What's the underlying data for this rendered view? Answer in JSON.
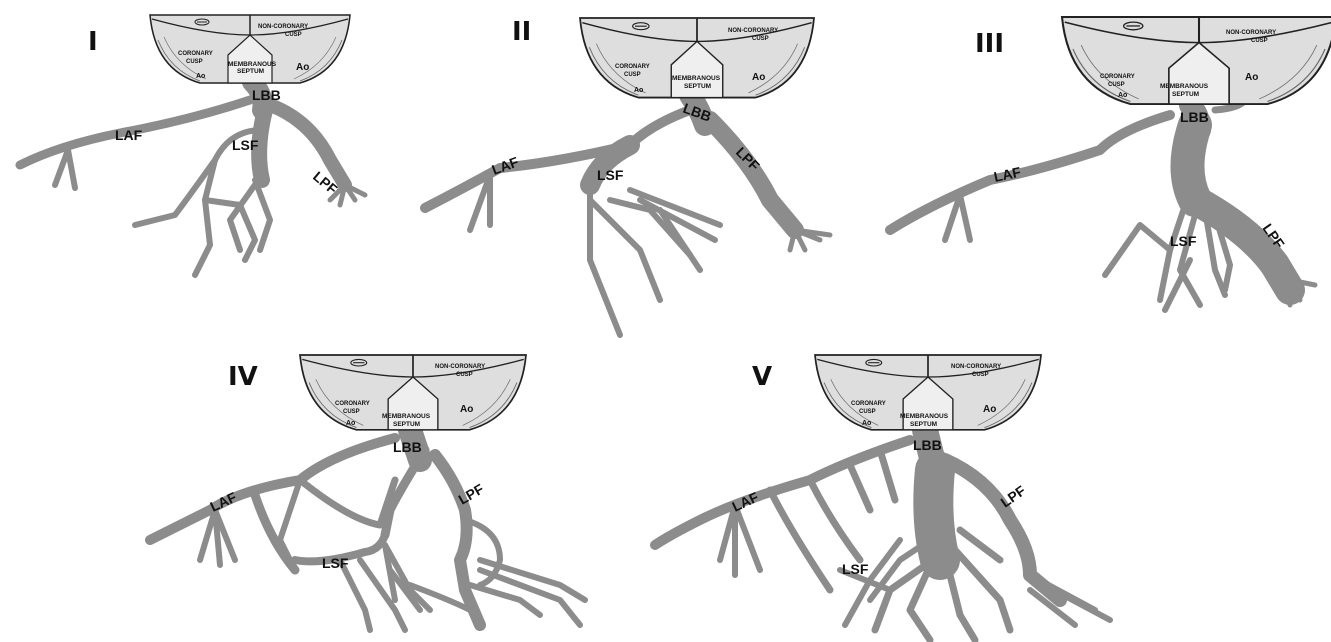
{
  "colors": {
    "background": "#ffffff",
    "conduction_tissue": "#8c8c8c",
    "cusp_fill": "#dedede",
    "outline": "#222222",
    "text": "#111111"
  },
  "labels": {
    "coronary_cusp_line1": "CORONARY",
    "coronary_cusp_line2": "CUSP",
    "non_coronary_line1": "NON-CORONARY",
    "non_coronary_line2": "CUSP",
    "septum_line1": "MEMBRANOUS",
    "septum_line2": "SEPTUM",
    "ao": "Ao",
    "lbb": "LBB",
    "laf": "LAF",
    "lsf": "LSF",
    "lpf": "LPF"
  },
  "panels": [
    {
      "id": "I",
      "numeral": "I"
    },
    {
      "id": "II",
      "numeral": "II"
    },
    {
      "id": "III",
      "numeral": "III"
    },
    {
      "id": "IV",
      "numeral": "IV"
    },
    {
      "id": "V",
      "numeral": "V"
    }
  ]
}
